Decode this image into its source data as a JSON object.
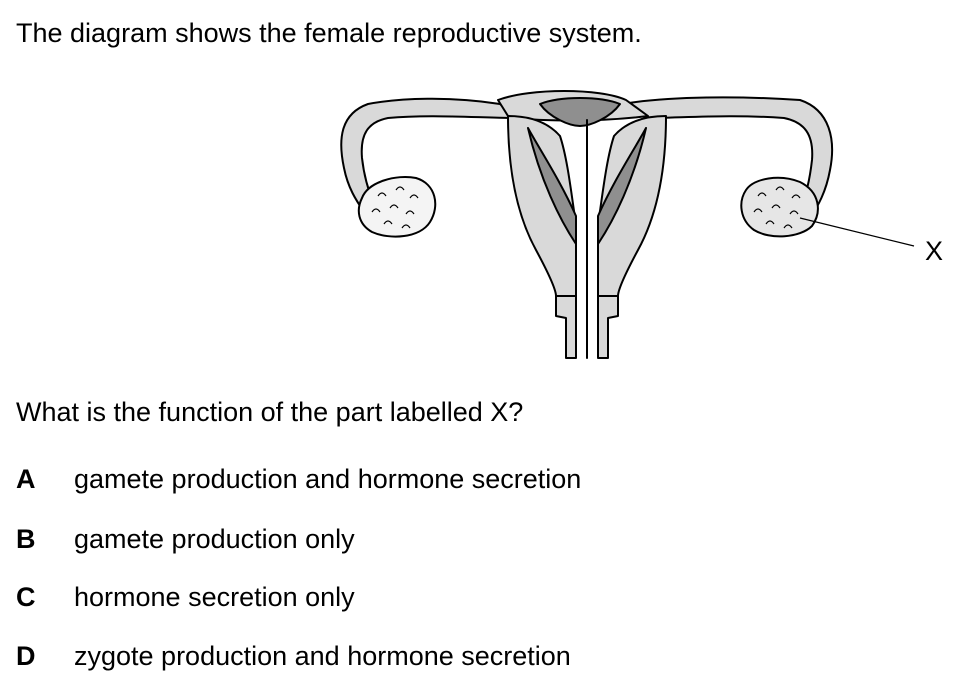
{
  "intro_text": "The diagram shows the female reproductive system.",
  "diagram": {
    "label_x": "X"
  },
  "question_text": "What is the function of the part labelled X?",
  "options": [
    {
      "letter": "A",
      "text": "gamete production and hormone secretion"
    },
    {
      "letter": "B",
      "text": "gamete production only"
    },
    {
      "letter": "C",
      "text": "hormone secretion only"
    },
    {
      "letter": "D",
      "text": "zygote production and hormone secretion"
    }
  ],
  "colors": {
    "tissue_light": "#d9d9d9",
    "tissue_dark": "#8f8f8f",
    "outline": "#000000"
  }
}
